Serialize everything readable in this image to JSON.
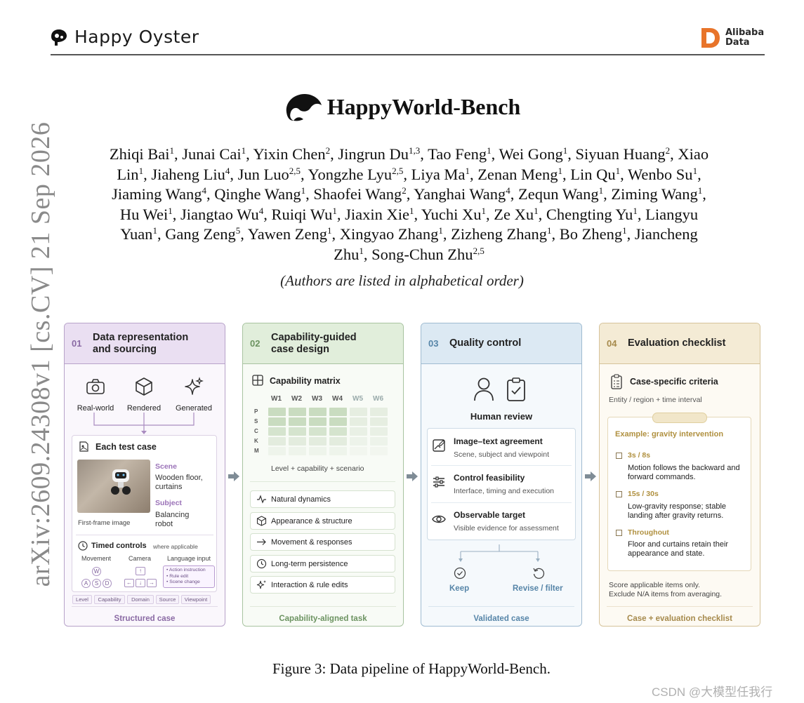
{
  "header": {
    "brand": "Happy Oyster",
    "partner_line1": "Alibaba",
    "partner_line2": "Data"
  },
  "arxiv_stamp": "arXiv:2609.24308v1  [cs.CV]  21 Sep 2026",
  "paper": {
    "title": "HappyWorld-Bench",
    "authors": [
      {
        "name": "Zhiqi Bai",
        "aff": "1"
      },
      {
        "name": "Junai Cai",
        "aff": "1"
      },
      {
        "name": "Yixin Chen",
        "aff": "2"
      },
      {
        "name": "Jingrun Du",
        "aff": "1,3"
      },
      {
        "name": "Tao Feng",
        "aff": "1"
      },
      {
        "name": "Wei Gong",
        "aff": "1"
      },
      {
        "name": "Siyuan Huang",
        "aff": "2"
      },
      {
        "name": "Xiao Lin",
        "aff": "1"
      },
      {
        "name": "Jiaheng Liu",
        "aff": "4"
      },
      {
        "name": "Jun Luo",
        "aff": "2,5"
      },
      {
        "name": "Yongzhe Lyu",
        "aff": "2,5"
      },
      {
        "name": "Liya Ma",
        "aff": "1"
      },
      {
        "name": "Zenan Meng",
        "aff": "1"
      },
      {
        "name": "Lin Qu",
        "aff": "1"
      },
      {
        "name": "Wenbo Su",
        "aff": "1"
      },
      {
        "name": "Jiaming Wang",
        "aff": "4"
      },
      {
        "name": "Qinghe Wang",
        "aff": "1"
      },
      {
        "name": "Shaofei Wang",
        "aff": "2"
      },
      {
        "name": "Yanghai Wang",
        "aff": "4"
      },
      {
        "name": "Zequn Wang",
        "aff": "1"
      },
      {
        "name": "Ziming Wang",
        "aff": "1"
      },
      {
        "name": "Hu Wei",
        "aff": "1"
      },
      {
        "name": "Jiangtao Wu",
        "aff": "4"
      },
      {
        "name": "Ruiqi Wu",
        "aff": "1"
      },
      {
        "name": "Jiaxin Xie",
        "aff": "1"
      },
      {
        "name": "Yuchi Xu",
        "aff": "1"
      },
      {
        "name": "Ze Xu",
        "aff": "1"
      },
      {
        "name": "Chengting Yu",
        "aff": "1"
      },
      {
        "name": "Liangyu Yuan",
        "aff": "1"
      },
      {
        "name": "Gang Zeng",
        "aff": "5"
      },
      {
        "name": "Yawen Zeng",
        "aff": "1"
      },
      {
        "name": "Xingyao Zhang",
        "aff": "1"
      },
      {
        "name": "Zizheng Zhang",
        "aff": "1"
      },
      {
        "name": "Bo Zheng",
        "aff": "1"
      },
      {
        "name": "Jiancheng Zhu",
        "aff": "1"
      },
      {
        "name": "Song-Chun Zhu",
        "aff": "2,5"
      }
    ],
    "author_note": "(Authors are listed in alphabetical order)",
    "caption": "Figure 3: Data pipeline of HappyWorld-Bench."
  },
  "figure": {
    "panel1": {
      "num": "01",
      "title": "Data representation and sourcing",
      "sources": [
        "Real-world",
        "Rendered",
        "Generated"
      ],
      "card_title": "Each test case",
      "scene_label": "Scene",
      "scene_value": "Wooden floor, curtains",
      "subject_label": "Subject",
      "subject_value": "Balancing robot",
      "first_frame": "First-frame image",
      "timed_title": "Timed controls",
      "timed_note": "where applicable",
      "col_movement": "Movement",
      "col_camera": "Camera",
      "col_language": "Language input",
      "keys": [
        "W",
        "A",
        "S",
        "D"
      ],
      "arrows": [
        "↑",
        "←",
        "↓",
        "→"
      ],
      "lang_items": [
        "• Action instruction",
        "• Rule edit",
        "• Scene change"
      ],
      "tags": [
        "Level",
        "Capability",
        "Domain",
        "Source",
        "Viewpoint"
      ],
      "footer": "Structured case"
    },
    "panel2": {
      "num": "02",
      "title": "Capability-guided case design",
      "matrix_title": "Capability matrix",
      "columns": [
        "W1",
        "W2",
        "W3",
        "W4",
        "W5",
        "W6"
      ],
      "rows": [
        "P",
        "S",
        "C",
        "K",
        "M"
      ],
      "matrix_note": "Level + capability + scenario",
      "capabilities": [
        "Natural dynamics",
        "Appearance & structure",
        "Movement & responses",
        "Long-term persistence",
        "Interaction & rule edits"
      ],
      "footer": "Capability-aligned task"
    },
    "panel3": {
      "num": "03",
      "title": "Quality control",
      "review": "Human review",
      "items": [
        {
          "title": "Image–text agreement",
          "desc": "Scene, subject and viewpoint"
        },
        {
          "title": "Control feasibility",
          "desc": "Interface, timing and execution"
        },
        {
          "title": "Observable target",
          "desc": "Visible evidence for assessment"
        }
      ],
      "keep": "Keep",
      "revise": "Revise / filter",
      "footer": "Validated case"
    },
    "panel4": {
      "num": "04",
      "title": "Evaluation checklist",
      "criteria_title": "Case-specific criteria",
      "criteria_note": "Entity / region + time interval",
      "example_title": "Example: gravity intervention",
      "checks": [
        {
          "time": "3s / 8s",
          "text": "Motion follows the backward and forward commands."
        },
        {
          "time": "15s / 30s",
          "text": "Low-gravity response; stable landing after gravity returns."
        },
        {
          "time": "Throughout",
          "text": "Floor and curtains retain their appearance and state."
        }
      ],
      "score_note_1": "Score applicable items only.",
      "score_note_2": "Exclude N/A items from averaging.",
      "footer": "Case + evaluation checklist"
    }
  },
  "watermark": "CSDN @大模型任我行"
}
